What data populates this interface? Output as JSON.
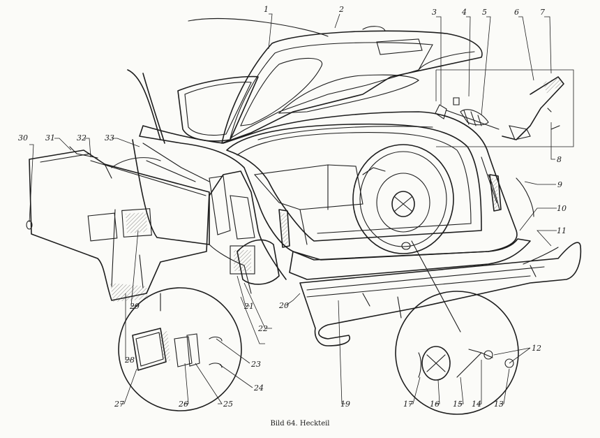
{
  "figure": {
    "caption": "Bild 64. Heckteil",
    "callouts": [
      "1",
      "2",
      "3",
      "4",
      "5",
      "6",
      "7",
      "8",
      "9",
      "10",
      "11",
      "12",
      "13",
      "14",
      "15",
      "16",
      "17",
      "19",
      "20",
      "21",
      "22",
      "23",
      "24",
      "25",
      "26",
      "27",
      "28",
      "29",
      "30",
      "31",
      "32",
      "33"
    ]
  }
}
